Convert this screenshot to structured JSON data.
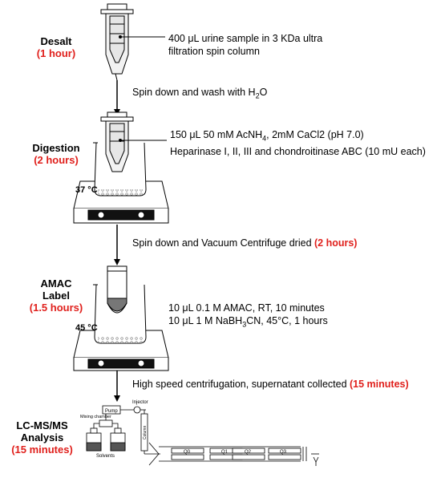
{
  "steps": [
    {
      "name": "Desalt",
      "time": "(1 hour)",
      "desc": [
        "400 μL urine sample in 3 KDa ultra",
        "filtration spin column"
      ]
    },
    {
      "name": "Digestion",
      "time": "(2 hours)",
      "desc": [
        "150 μL 50 mM AcNH",
        "4",
        ", 2mM CaCl2 (pH 7.0)",
        "Heparinase I, II, III and chondroitinase ABC (10 mU each)"
      ],
      "temp": "37 °C"
    },
    {
      "name": [
        "AMAC",
        "Label"
      ],
      "time": "(1.5 hours)",
      "desc": [
        "10 μL 0.1 M AMAC, RT, 10 minutes",
        "10 μL 1 M NaBH",
        "3",
        "CN, 45°C, 1 hours"
      ],
      "temp": "45 °C"
    },
    {
      "name": [
        "LC-MS/MS",
        "Analysis"
      ],
      "time": "(15 minutes)"
    }
  ],
  "transitions": [
    {
      "text": "Spin down and wash with H",
      "sub": "2",
      "after": "O"
    },
    {
      "text": "Spin down and Vacuum Centrifuge dried ",
      "time": "(2 hours)"
    },
    {
      "text": "High speed centrifugation, supernatant  collected ",
      "time": "(15 minutes)"
    }
  ],
  "lc_labels": {
    "pump": "Pump",
    "injector": "Injector",
    "mixing": "Mixing chamber",
    "solvents": "Solvents",
    "column": "Column",
    "quads": [
      "Q0",
      "Q1",
      "Q2",
      "Q3"
    ]
  }
}
